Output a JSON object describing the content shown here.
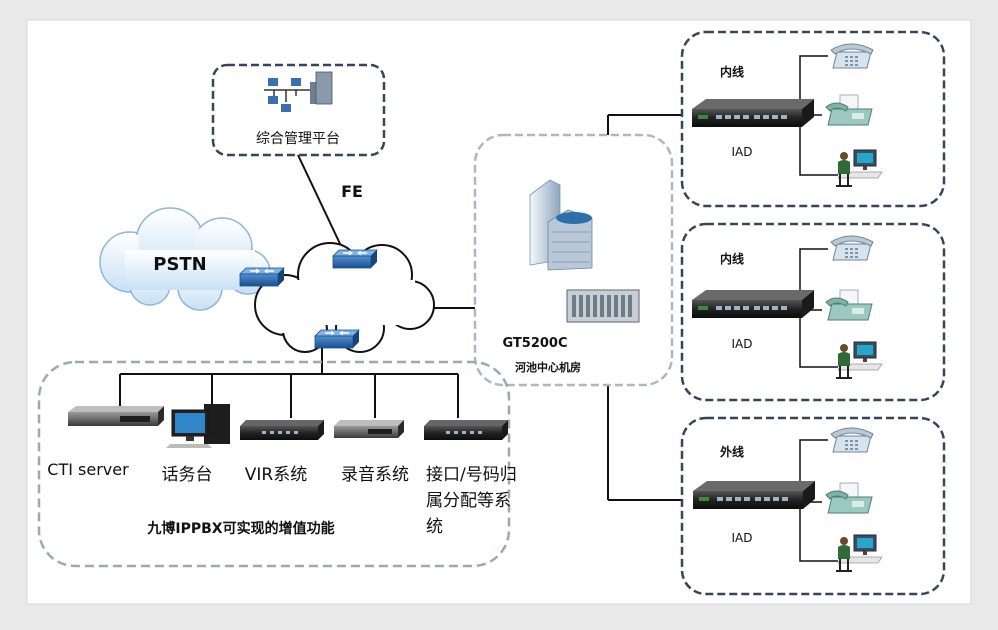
{
  "management": {
    "label": "综合管理平台"
  },
  "link_label": "FE",
  "cloud_label": "PSTN",
  "gateway": {
    "model": "GT5200C",
    "location": "河池中心机房"
  },
  "branches": [
    {
      "line_label": "内线",
      "device_label": "IAD"
    },
    {
      "line_label": "内线",
      "device_label": "IAD"
    },
    {
      "line_label": "外线",
      "device_label": "IAD"
    }
  ],
  "servers": {
    "items": [
      {
        "label": "CTI server"
      },
      {
        "label": "话务台"
      },
      {
        "label": "VIR系统"
      },
      {
        "label": "录音系统"
      },
      {
        "label_lines": [
          "接口/号码归",
          "属分配等系",
          "统"
        ]
      }
    ],
    "caption": "九博IPPBX可实现的增值功能"
  }
}
